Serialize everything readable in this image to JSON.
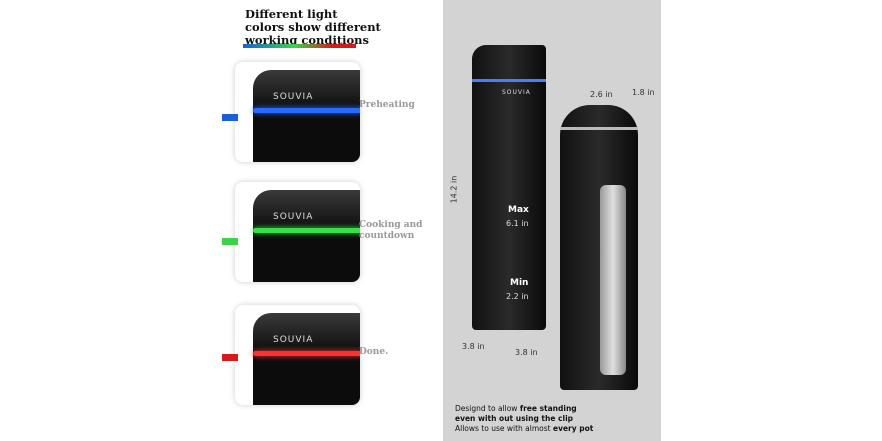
{
  "title": "Different light colors show different working conditions",
  "title_lines": [
    "Different light",
    "colors show different",
    "working conditions"
  ],
  "brand": "SOUVIA",
  "states": [
    {
      "label": "Preheating",
      "color": "#2a6bff"
    },
    {
      "label": "Cooking and countdown",
      "color": "#35e04a"
    },
    {
      "label": "Done.",
      "color": "#ff3030"
    }
  ],
  "dimensions": {
    "height": "14.2 in",
    "top_depth": "2.6 in",
    "top_width": "1.8 in",
    "base_left": "3.8 in",
    "base_right": "3.8 in"
  },
  "max_label": "Max",
  "max_value": "6.1 in",
  "min_label": "Min",
  "min_value": "2.2 in",
  "note": {
    "line1_a": "Designd to allow ",
    "line1_b": "free standing",
    "line2": "even with out using the clip",
    "line3_a": "Allows to use with almost ",
    "line3_b": "every pot"
  }
}
